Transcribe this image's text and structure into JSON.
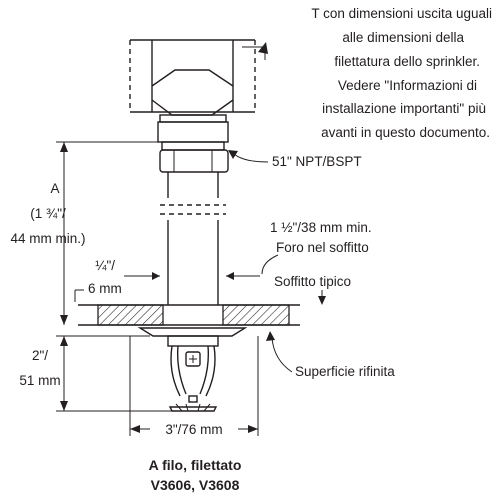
{
  "labels": {
    "tee_note": [
      "T con dimensioni uscita uguali",
      "alle dimensioni della",
      "filettatura dello sprinkler.",
      "Vedere \"Informazioni di",
      "installazione importanti\" più",
      "avanti in questo documento."
    ],
    "thread": "51\" NPT/BSPT",
    "dim_a": [
      "A",
      "(1 ¾\"/",
      "44 mm min.)"
    ],
    "hole_size": "1 ½\"/38 mm min.",
    "hole_name": "Foro nel soffitto",
    "gap": [
      "¼\"/",
      "6 mm"
    ],
    "ceiling": "Soffitto tipico",
    "depth": [
      "2\"/",
      "51 mm"
    ],
    "finished_surface": "Superficie rifinita",
    "width": "3\"/76 mm"
  },
  "caption": {
    "line1": "A filo, filettato",
    "line2": "V3606, V3608"
  }
}
